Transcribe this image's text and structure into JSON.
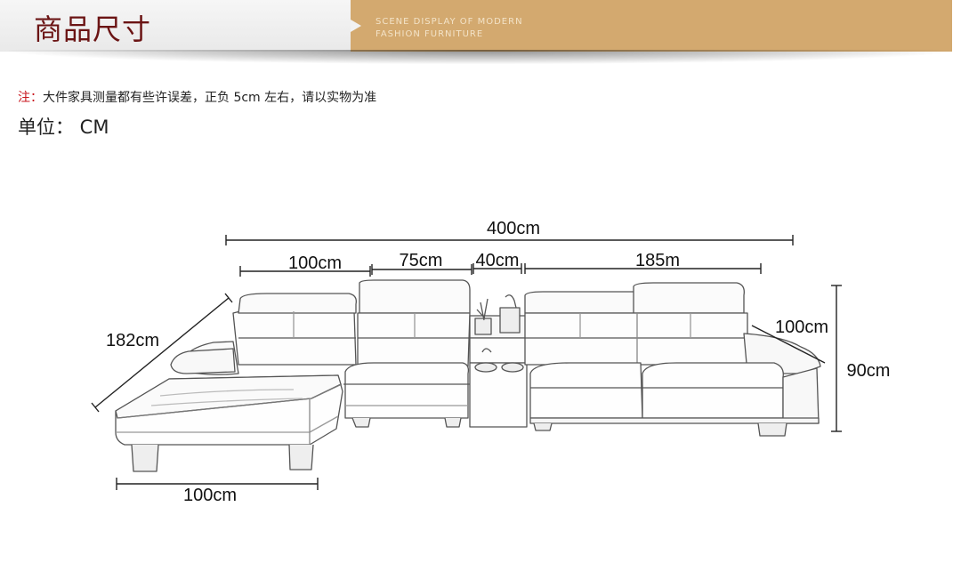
{
  "header": {
    "title": "商品尺寸",
    "subtitle_line1": "SCENE DISPLAY OF MODERN",
    "subtitle_line2": "FASHION FURNITURE"
  },
  "note": {
    "label": "注：",
    "text": "大件家具测量都有些许误差，正负 5cm 左右，请以实物为准"
  },
  "unit": "单位： CM",
  "dimensions": {
    "total_width": "400cm",
    "chaise_width": "100cm",
    "single_seat_width": "75cm",
    "side_table_width": "40cm",
    "sofa_width": "185m",
    "chaise_depth": "182cm",
    "sofa_depth": "100cm",
    "height": "90cm",
    "chaise_bottom_width": "100cm"
  },
  "colors": {
    "header_title": "#6b1414",
    "header_band": "#d3a96f",
    "note_label": "#c8161d"
  }
}
